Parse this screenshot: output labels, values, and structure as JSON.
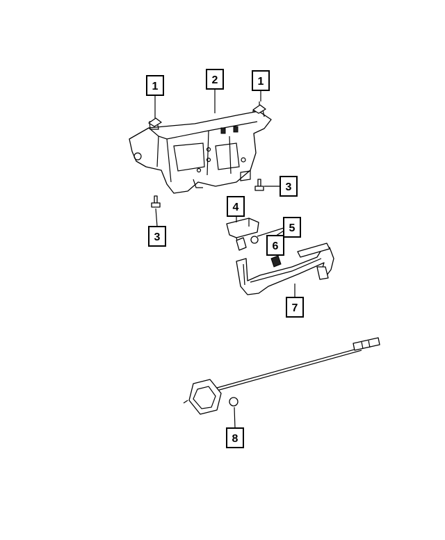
{
  "callouts": {
    "c1a": "1",
    "c2": "2",
    "c1b": "1",
    "c3a": "3",
    "c3b": "3",
    "c4": "4",
    "c5": "5",
    "c6": "6",
    "c7": "7",
    "c8": "8"
  }
}
